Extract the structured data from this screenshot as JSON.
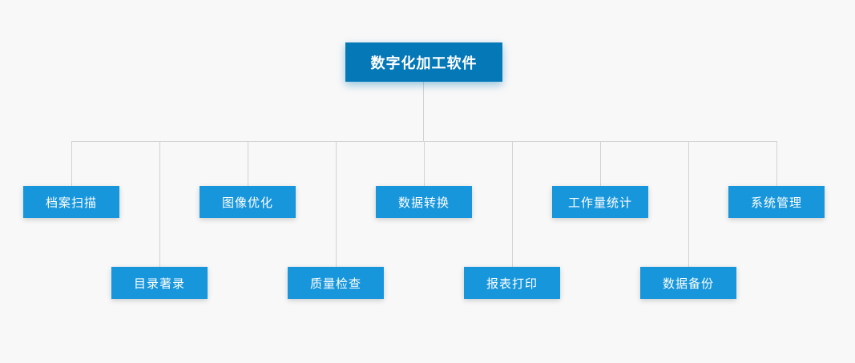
{
  "diagram": {
    "root": {
      "label": "数字化加工软件"
    },
    "children": [
      {
        "label": "档案扫描"
      },
      {
        "label": "目录著录"
      },
      {
        "label": "图像优化"
      },
      {
        "label": "质量检查"
      },
      {
        "label": "数据转换"
      },
      {
        "label": "报表打印"
      },
      {
        "label": "工作量统计"
      },
      {
        "label": "数据备份"
      },
      {
        "label": "系统管理"
      }
    ],
    "colors": {
      "root_box": "#0578b8",
      "child_box": "#1796dc",
      "connector_line": "#d2d2d2",
      "background": "#f8f8f8",
      "text": "#ffffff"
    }
  }
}
